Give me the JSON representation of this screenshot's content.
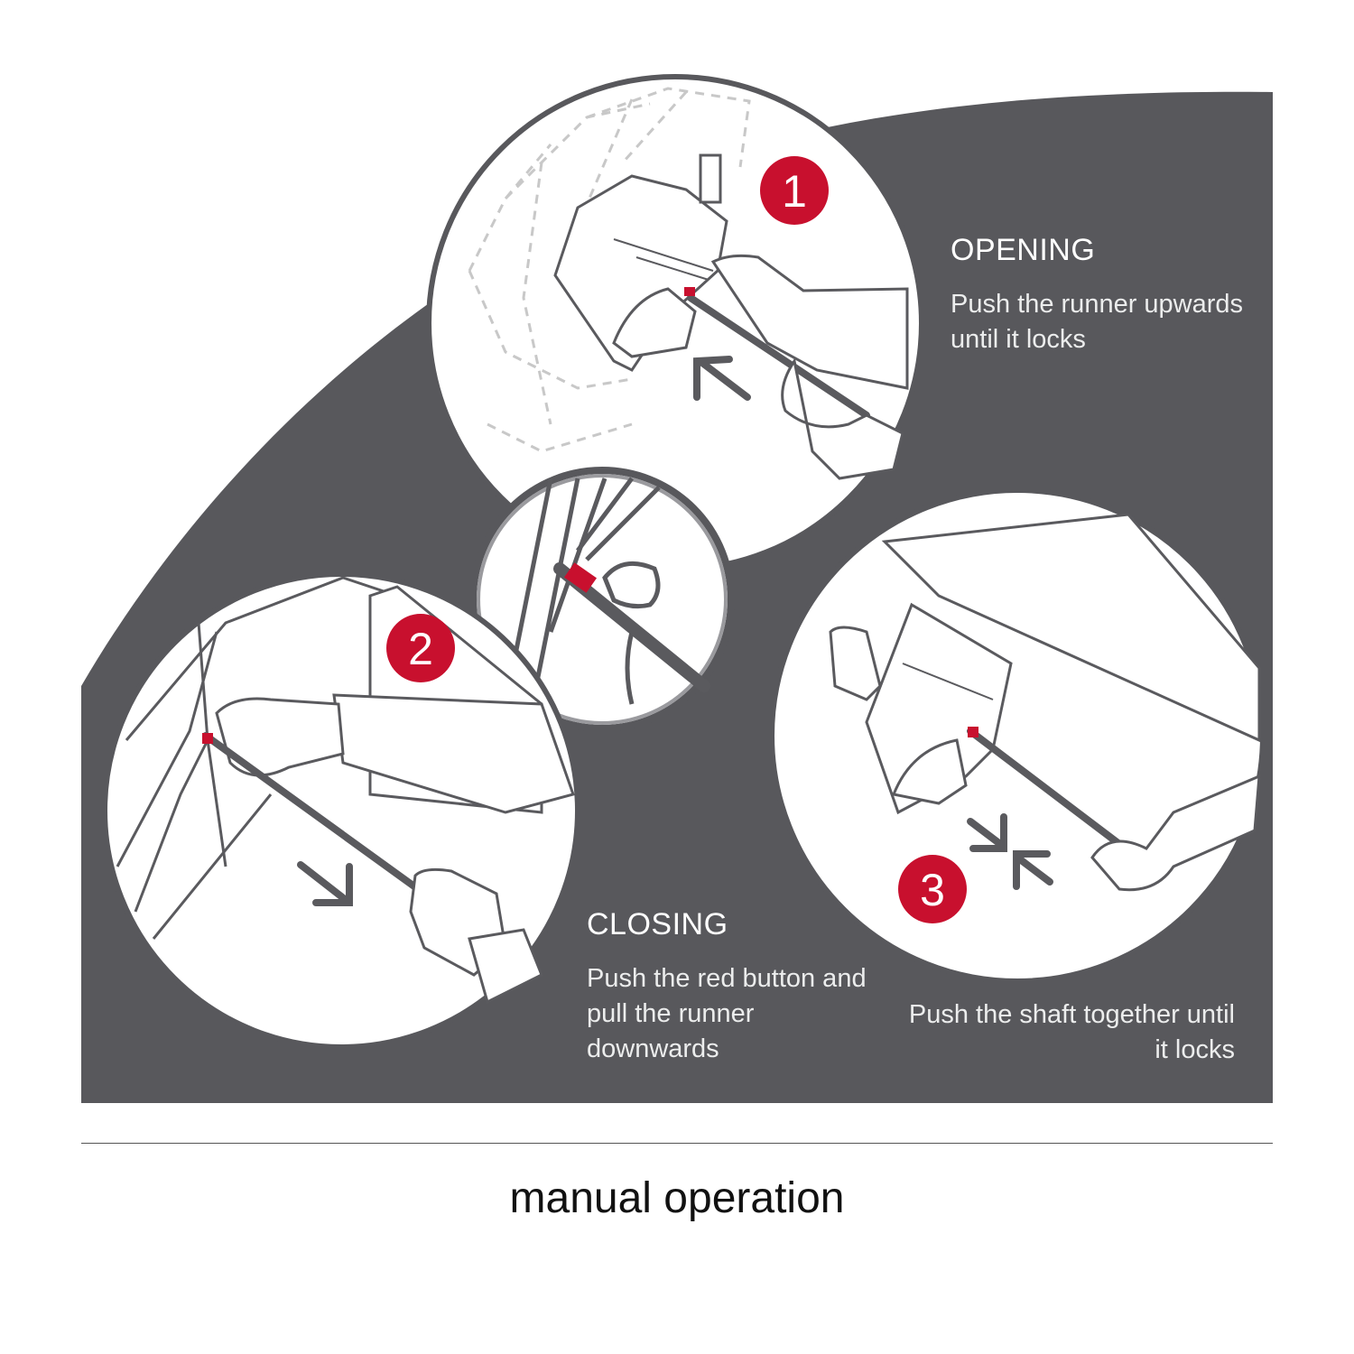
{
  "colors": {
    "background_panel": "#58585c",
    "accent_red": "#c8102e",
    "line_grey": "#5a5a5e",
    "light_line": "#bdbdbd"
  },
  "steps": [
    {
      "number": "1",
      "heading": "OPENING",
      "text": "Push the runner upwards until it locks"
    },
    {
      "number": "2",
      "heading": "CLOSING",
      "text": "Push the red button and pull the runner downwards"
    },
    {
      "number": "3",
      "heading": "",
      "text": "Push the shaft together until it locks"
    }
  ],
  "footer": {
    "title": "manual operation"
  }
}
